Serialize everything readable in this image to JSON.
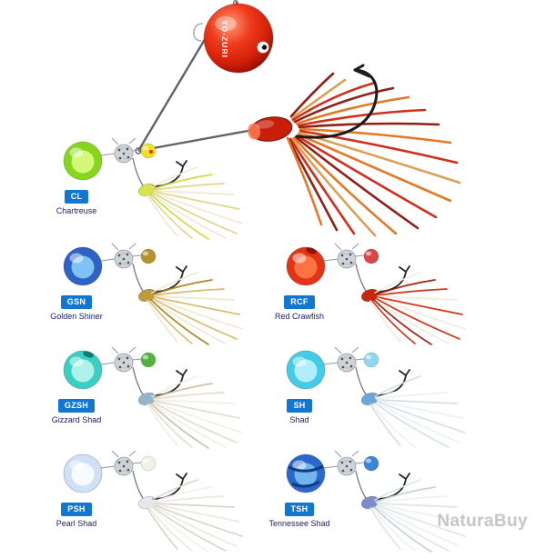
{
  "ui": {
    "badge_bg": "#1277d3",
    "badge_text": "#ffffff",
    "name_text": "#20206a",
    "watermark_color": "#c6c6c6",
    "background": "#ffffff"
  },
  "watermark": {
    "text": "NaturaBuy"
  },
  "hero": {
    "brand_text": "YO-ZURI",
    "colors": {
      "ball_hi": "#ff9a7a",
      "ball_mid": "#ee3a1c",
      "ball": "#d41f08",
      "ball_rim": "#8f0f03",
      "head": "#c81e0a",
      "head_hi": "#ff7a4e",
      "wire": "#5f6266",
      "hook": "#1b1b1b",
      "sk_dark": "#8a150b",
      "sk_red": "#cf2310",
      "sk_orange": "#e2711c",
      "sk_tan": "#d89a4a"
    }
  },
  "variants": [
    {
      "code": "CL",
      "name": "Chartreuse",
      "colors": {
        "ball": "#86d61e",
        "glow": "#e2ff8a",
        "bead": "#f0de22",
        "bead_dot": "#e23318",
        "head": "#dce04a",
        "skirt1": "#e0d488",
        "skirt2": "#efe9d2",
        "skirt3": "#c9dd3a"
      }
    },
    {
      "code": "GSN",
      "name": "Golden Shiner",
      "colors": {
        "ball": "#2e62c4",
        "glow": "#8fd4ff",
        "bead": "#b5922e",
        "head": "#bd9a3c",
        "skirt1": "#d9ba6b",
        "skirt2": "#efe7d2",
        "skirt3": "#a9801f"
      }
    },
    {
      "code": "GZSH",
      "name": "Gizzard Shad",
      "colors": {
        "ball": "#3bcfc3",
        "glow": "#c2f7f0",
        "ball_spot": "#0d7d72",
        "bead": "#54b23c",
        "head": "#93b4cc",
        "skirt1": "#e4ddc8",
        "skirt2": "#efefe8",
        "skirt3": "#c9c1a6"
      }
    },
    {
      "code": "PSH",
      "name": "Pearl Shad",
      "colors": {
        "ball": "#cfe1f4",
        "glow": "#ffffff",
        "bead": "#f1f1ea",
        "head": "#e6e6ec",
        "skirt1": "#eae8df",
        "skirt2": "#d6d3c8",
        "skirt3": "#f3f2ec"
      }
    },
    {
      "code": "RCF",
      "name": "Red Crawfish",
      "colors": {
        "ball": "#e23517",
        "glow": "#ff7e4a",
        "ball_spot": "#8f1205",
        "bead": "#d94747",
        "head": "#c8270f",
        "skirt1": "#d52a13",
        "skirt2": "#f0ebdd",
        "skirt3": "#9c190a"
      }
    },
    {
      "code": "SH",
      "name": "Shad",
      "colors": {
        "ball": "#43cbe8",
        "glow": "#c6f3fc",
        "bead": "#8ed7f1",
        "head": "#6ba6d6",
        "skirt1": "#eef1f1",
        "skirt2": "#d5dee5",
        "skirt3": "#fbfcfc"
      }
    },
    {
      "code": "TSH",
      "name": "Tennessee Shad",
      "colors": {
        "ball": "#2a68ce",
        "glow": "#7fc2f0",
        "ball_dark": "#123a7e",
        "bead": "#3c85d6",
        "head": "#7e8bc9",
        "skirt1": "#eef1f1",
        "skirt2": "#dde4ea",
        "skirt3": "#c6d0d9"
      }
    }
  ]
}
